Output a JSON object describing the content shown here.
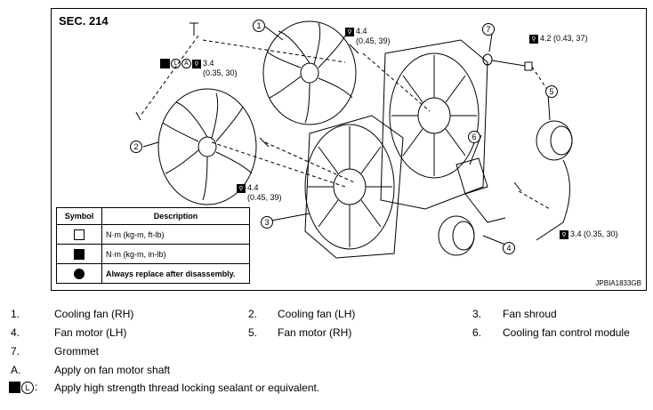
{
  "figure": {
    "section": "SEC. 214",
    "figure_id": "JPBIA1833GB",
    "torques": {
      "fan_screw": "3.4\n(0.35, 30)",
      "motor_lh_upper": "4.4\n(0.45, 39)",
      "motor_lh_lower": "4.4\n(0.45, 39)",
      "grommet_bolt": "4.2 (0.43, 37)",
      "motor_rh_bolt": "3.4 (0.35, 30)"
    },
    "fan_screw_marks": [
      "L",
      "A"
    ],
    "callouts": [
      "1",
      "2",
      "3",
      "4",
      "5",
      "6",
      "7"
    ],
    "symbol_table": {
      "header_symbol": "Symbol",
      "header_description": "Description",
      "rows": [
        {
          "icon": "torque-nm-icon",
          "description": "N·m (kg-m, ft-lb)"
        },
        {
          "icon": "torque-inlb-icon",
          "description": "N·m (kg-m, in-lb)"
        },
        {
          "icon": "replace-icon",
          "description": "Always replace after disassembly."
        }
      ]
    }
  },
  "legend": {
    "items": [
      {
        "num": "1.",
        "text": "Cooling fan (RH)"
      },
      {
        "num": "2.",
        "text": "Cooling fan (LH)"
      },
      {
        "num": "3.",
        "text": "Fan shroud"
      },
      {
        "num": "4.",
        "text": "Fan motor (LH)"
      },
      {
        "num": "5.",
        "text": "Fan motor (RH)"
      },
      {
        "num": "6.",
        "text": "Cooling fan control module"
      },
      {
        "num": "7.",
        "text": "Grommet"
      }
    ],
    "note_a": {
      "num": "A.",
      "text": "Apply on fan motor shaft"
    },
    "note_seal": {
      "mark": "L",
      "text": "Apply high strength thread locking sealant or equivalent."
    }
  }
}
